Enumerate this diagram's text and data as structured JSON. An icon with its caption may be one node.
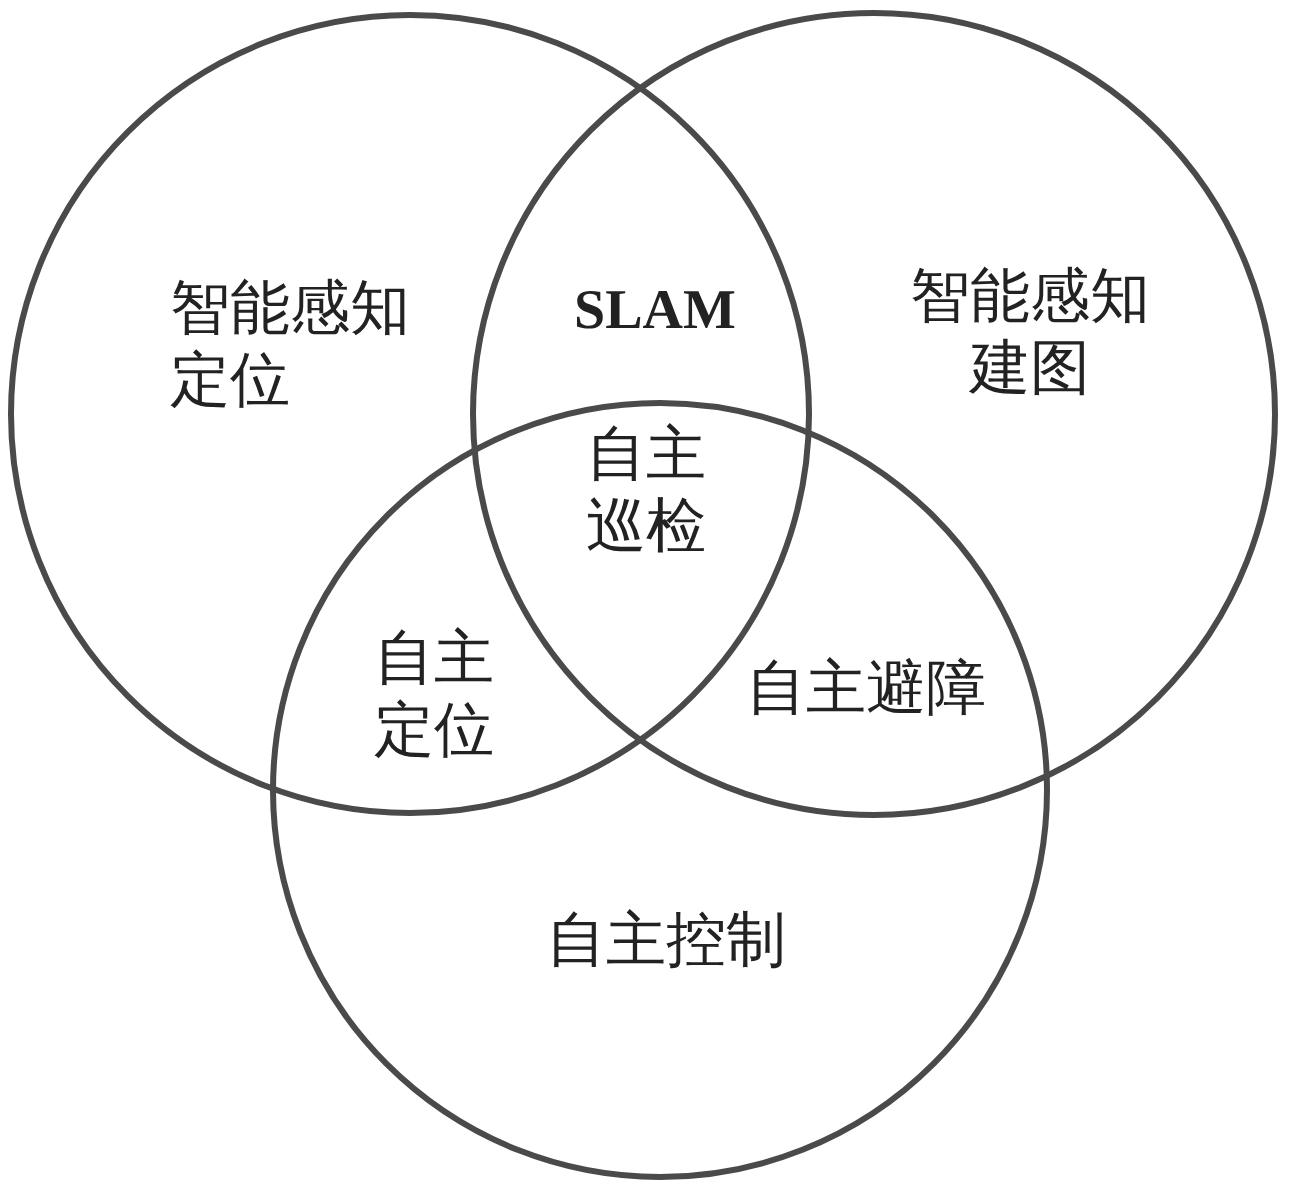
{
  "diagram": {
    "nodes": [
      {
        "text": [
          "智能感知定位"
        ]
      },
      {
        "text": [
          "智能感知建图"
        ]
      },
      {
        "text": [
          "自主控制"
        ]
      }
    ],
    "edges": [],
    "labels": [
      "SLAM",
      "自主巡检",
      "自主定位",
      "自主避障"
    ]
  }
}
